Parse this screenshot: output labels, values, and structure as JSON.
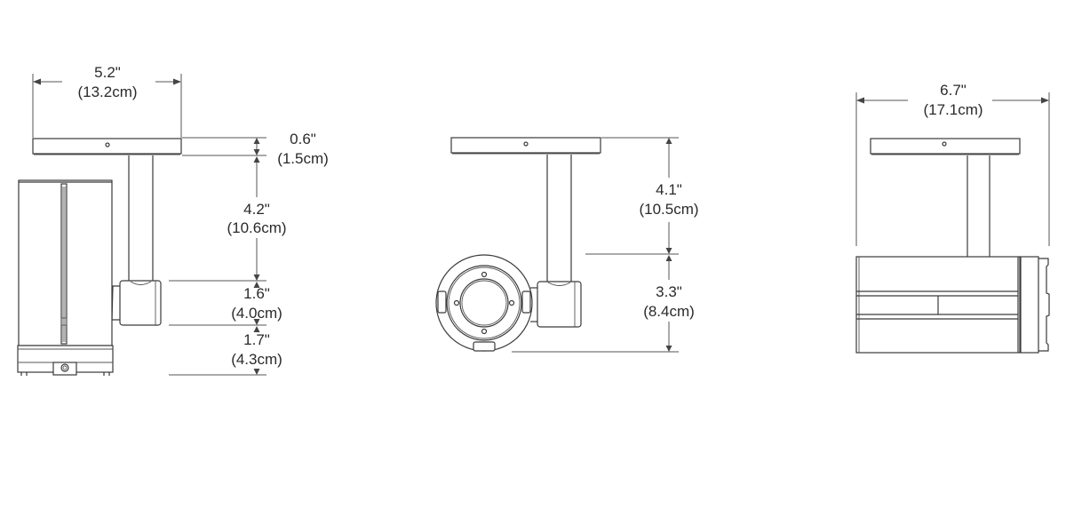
{
  "drawing": {
    "background": "#ffffff",
    "line_color": "#3a3a3a",
    "views": [
      {
        "name": "side-view",
        "width_dimension": {
          "inches": "5.2\"",
          "cm": "(13.2cm)"
        },
        "vertical_dimensions": [
          {
            "inches": "0.6\"",
            "cm": "(1.5cm)"
          },
          {
            "inches": "4.2\"",
            "cm": "(10.6cm)"
          },
          {
            "inches": "1.6\"",
            "cm": "(4.0cm)"
          },
          {
            "inches": "1.7\"",
            "cm": "(4.3cm)"
          }
        ]
      },
      {
        "name": "front-view",
        "vertical_dimensions": [
          {
            "inches": "4.1\"",
            "cm": "(10.5cm)"
          },
          {
            "inches": "3.3\"",
            "cm": "(8.4cm)"
          }
        ]
      },
      {
        "name": "rear-view",
        "width_dimension": {
          "inches": "6.7\"",
          "cm": "(17.1cm)"
        }
      }
    ]
  }
}
